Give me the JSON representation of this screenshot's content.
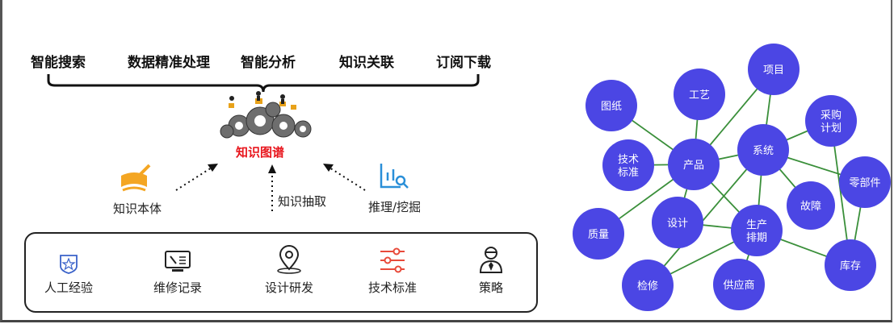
{
  "top_functions": [
    "智能搜索",
    "数据精准处理",
    "智能分析",
    "知识关联",
    "订阅下载"
  ],
  "center": {
    "title": "知识图谱"
  },
  "sources": {
    "left": "知识本体",
    "middle": "知识抽取",
    "right": "推理/挖掘"
  },
  "box_items": [
    {
      "label": "人工经验",
      "icon": "shield-star-icon"
    },
    {
      "label": "维修记录",
      "icon": "monitor-wrench-icon"
    },
    {
      "label": "设计研发",
      "icon": "location-pin-icon"
    },
    {
      "label": "技术标准",
      "icon": "sliders-icon"
    },
    {
      "label": "策略",
      "icon": "person-tie-icon"
    }
  ],
  "graph": {
    "node_color": "#4b46e4",
    "edge_color": "#3a8f3a",
    "nodes": [
      {
        "id": "tuzhi",
        "label": "图纸"
      },
      {
        "id": "gongyi",
        "label": "工艺"
      },
      {
        "id": "xiangmu",
        "label": "项目"
      },
      {
        "id": "caigou",
        "label": "采购\n计划"
      },
      {
        "id": "jishu",
        "label": "技术\n标准"
      },
      {
        "id": "chanpin",
        "label": "产品"
      },
      {
        "id": "xitong",
        "label": "系统"
      },
      {
        "id": "lingbujian",
        "label": "零部件"
      },
      {
        "id": "guzhang",
        "label": "故障"
      },
      {
        "id": "zhiliang",
        "label": "质量"
      },
      {
        "id": "sheji",
        "label": "设计"
      },
      {
        "id": "shengchan",
        "label": "生产\n排期"
      },
      {
        "id": "kucun",
        "label": "库存"
      },
      {
        "id": "jianxiu",
        "label": "检修"
      },
      {
        "id": "gongying",
        "label": "供应商"
      }
    ],
    "edges": [
      [
        "tuzhi",
        "chanpin"
      ],
      [
        "gongyi",
        "chanpin"
      ],
      [
        "jishu",
        "chanpin"
      ],
      [
        "chanpin",
        "xitong"
      ],
      [
        "chanpin",
        "sheji"
      ],
      [
        "chanpin",
        "zhiliang"
      ],
      [
        "chanpin",
        "shengchan"
      ],
      [
        "chanpin",
        "xiangmu"
      ],
      [
        "xiangmu",
        "xitong"
      ],
      [
        "xitong",
        "caigou"
      ],
      [
        "xitong",
        "lingbujian"
      ],
      [
        "xitong",
        "guzhang"
      ],
      [
        "xitong",
        "shengchan"
      ],
      [
        "xitong",
        "jianxiu"
      ],
      [
        "caigou",
        "kucun"
      ],
      [
        "lingbujian",
        "kucun"
      ],
      [
        "shengchan",
        "kucun"
      ],
      [
        "shengchan",
        "gongying"
      ],
      [
        "shengchan",
        "sheji"
      ],
      [
        "jianxiu",
        "shengchan"
      ]
    ]
  }
}
